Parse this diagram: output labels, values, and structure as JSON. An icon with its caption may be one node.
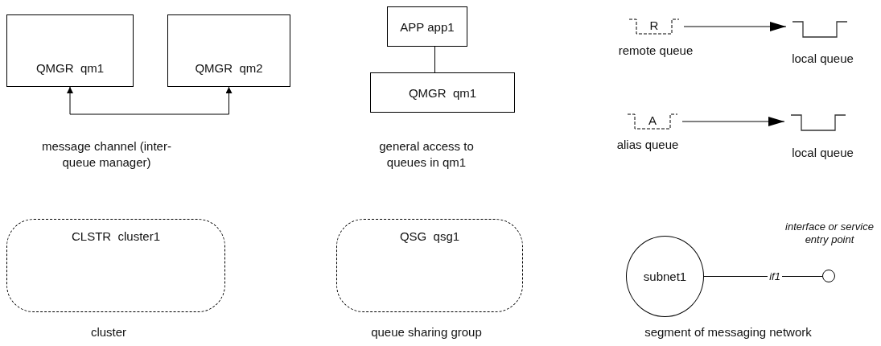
{
  "diagram": {
    "nodes": [
      {
        "text": [
          "QMGR  qm1"
        ]
      },
      {
        "text": [
          "QMGR  qm2"
        ]
      },
      {
        "text": [
          "APP app1"
        ]
      },
      {
        "text": [
          "QMGR  qm1"
        ]
      },
      {
        "text": [
          "R"
        ],
        "beside": [
          "remote queue"
        ]
      },
      {
        "text": [],
        "shape": "queue",
        "beside": [
          "local queue"
        ]
      },
      {
        "text": [
          "A"
        ],
        "beside": [
          "alias queue"
        ]
      },
      {
        "text": [],
        "shape": "queue",
        "beside": [
          "local queue"
        ]
      },
      {
        "text": [
          "CLSTR  cluster1"
        ],
        "beside": [
          "cluster"
        ]
      },
      {
        "text": [
          "QSG  qsg1"
        ],
        "beside": [
          "queue sharing group"
        ]
      },
      {
        "text": [
          "subnet1"
        ],
        "beside": [
          "segment of messaging network"
        ]
      },
      {
        "text": [],
        "shape": "circle",
        "beside": [
          "interface or service entry point"
        ]
      }
    ],
    "edges": [
      {
        "from": 0,
        "to": 1,
        "arrow": "both"
      },
      {
        "from": 2,
        "to": 3,
        "arrow": "none"
      },
      {
        "from": 4,
        "to": 5,
        "arrow": "to"
      },
      {
        "from": 6,
        "to": 7,
        "arrow": "to"
      },
      {
        "from": 10,
        "to": 11,
        "arrow": "none",
        "label": "if1"
      }
    ],
    "labels": [
      "message channel (inter-queue manager)",
      "general access to queues in qm1"
    ]
  }
}
